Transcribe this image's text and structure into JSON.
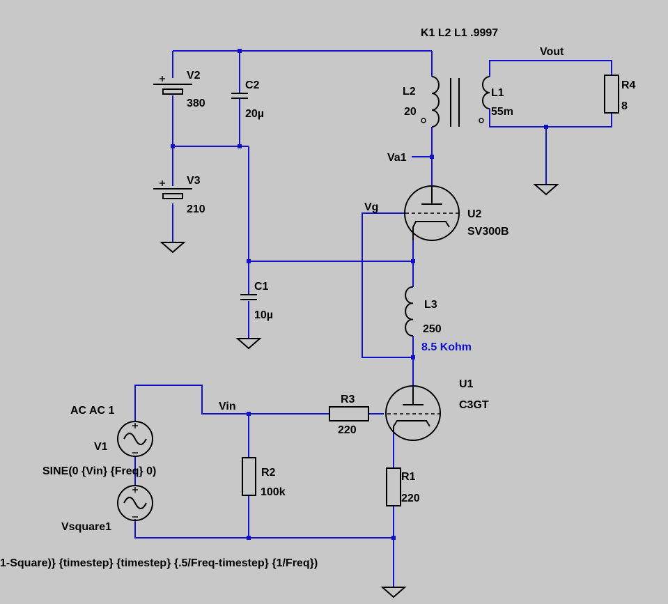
{
  "colors": {
    "background": "#c8c8c8",
    "wire": "#1212c8",
    "component": "#000000",
    "annotation": "#1212c8"
  },
  "directive": "K1 L2 L1 .9997",
  "annotation": "8.5 Kohm",
  "nets": {
    "vout": "Vout",
    "va1": "Va1",
    "vg": "Vg",
    "vin": "Vin"
  },
  "components": {
    "v2": {
      "name": "V2",
      "value": "380"
    },
    "v3": {
      "name": "V3",
      "value": "210"
    },
    "c2": {
      "name": "C2",
      "value": "20µ"
    },
    "c1": {
      "name": "C1",
      "value": "10µ"
    },
    "l2": {
      "name": "L2",
      "value": "20"
    },
    "l1": {
      "name": "L1",
      "value": "55m"
    },
    "l3": {
      "name": "L3",
      "value": "250"
    },
    "r4": {
      "name": "R4",
      "value": "8"
    },
    "r3": {
      "name": "R3",
      "value": "220"
    },
    "r2": {
      "name": "R2",
      "value": "100k"
    },
    "r1": {
      "name": "R1",
      "value": "220"
    },
    "u2": {
      "name": "U2",
      "value": "SV300B"
    },
    "u1": {
      "name": "U1",
      "value": "C3GT"
    },
    "v1": {
      "name": "V1",
      "ac": "AC AC 1",
      "value": "SINE(0 {Vin} {Freq} 0)"
    },
    "vsquare1": {
      "name": "Vsquare1",
      "value": "1-Square)} {timestep} {timestep} {.5/Freq-timestep} {1/Freq})"
    }
  }
}
